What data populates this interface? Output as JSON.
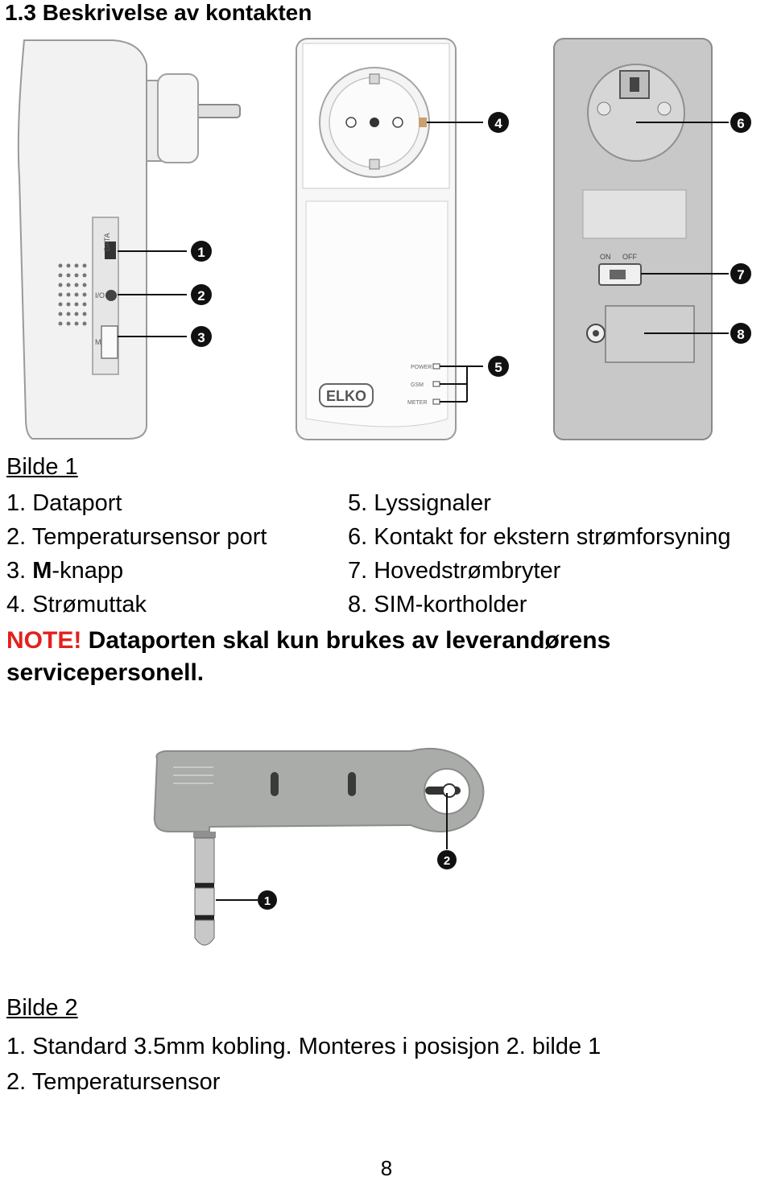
{
  "heading": "1.3 Beskrivelse av kontakten",
  "figure1": {
    "callouts": [
      "1",
      "2",
      "3",
      "4",
      "5",
      "6",
      "7",
      "8"
    ],
    "brand_logo": "ELKO",
    "side_labels": [
      "DATA",
      "I/O",
      "M"
    ],
    "led_labels": [
      "POWER",
      "GSM",
      "METER"
    ],
    "switch_labels": [
      "ON",
      "OFF"
    ]
  },
  "bilde1": {
    "caption": "Bilde 1",
    "left": [
      "1. Dataport",
      "2. Temperatursensor port",
      "3. M-knapp",
      "4. Strømuttak"
    ],
    "m_bold": "M",
    "m_rest": "-knapp",
    "right": [
      "5. Lyssignaler",
      "6. Kontakt for ekstern strømforsyning",
      "7. Hovedstrømbryter",
      "8. SIM-kortholder"
    ]
  },
  "note": {
    "label": "NOTE!",
    "text": " Dataporten skal kun brukes av leverandørens servicepersonell."
  },
  "figure2": {
    "callouts": [
      "1",
      "2"
    ]
  },
  "bilde2": {
    "caption": "Bilde 2",
    "items": [
      "1. Standard 3.5mm kobling. Monteres i posisjon 2. bilde 1",
      "2. Temperatursensor"
    ]
  },
  "page_number": "8",
  "colors": {
    "note_red": "#e3211c",
    "device_white": "#f2f2f2",
    "device_gray": "#c8c8c8"
  }
}
